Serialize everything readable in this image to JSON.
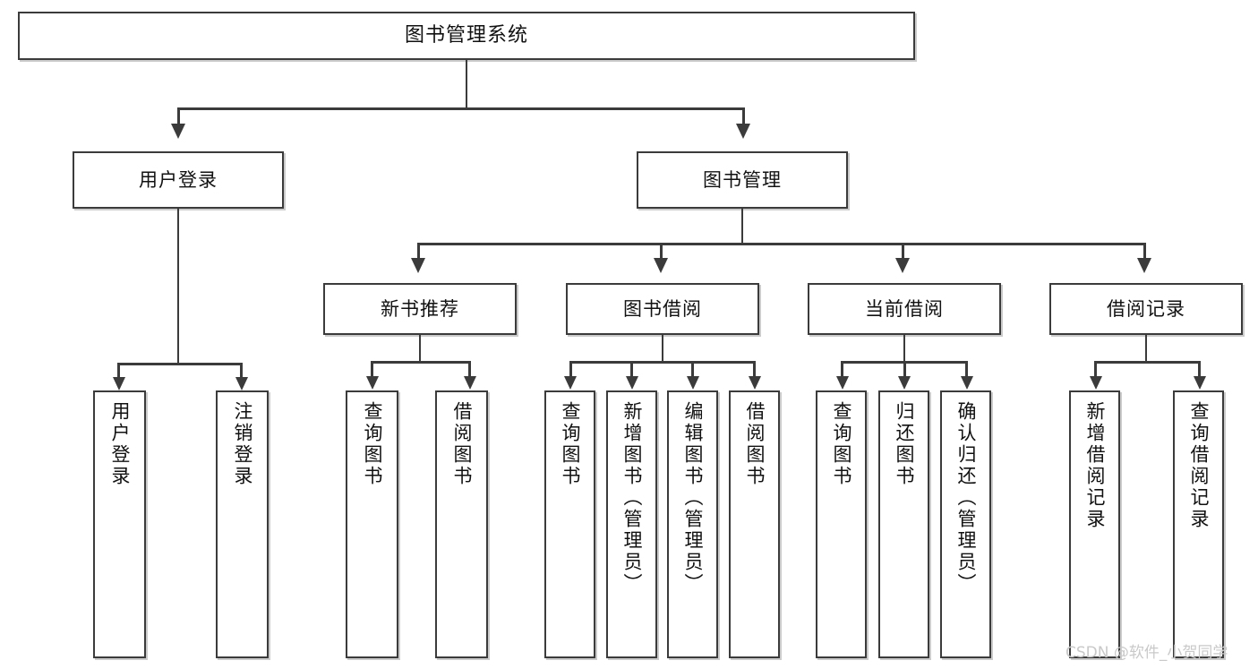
{
  "diagram": {
    "title": "图书管理系统",
    "type": "tree",
    "root": {
      "id": "root",
      "label": "图书管理系统"
    },
    "level1": [
      {
        "id": "user-login",
        "label": "用户登录"
      },
      {
        "id": "book-management",
        "label": "图书管理"
      }
    ],
    "level2": [
      {
        "id": "new-book-recommend",
        "label": "新书推荐",
        "parent": "book-management"
      },
      {
        "id": "book-borrow",
        "label": "图书借阅",
        "parent": "book-management"
      },
      {
        "id": "current-borrow",
        "label": "当前借阅",
        "parent": "book-management"
      },
      {
        "id": "borrow-record",
        "label": "借阅记录",
        "parent": "book-management"
      }
    ],
    "leaves": {
      "user-login": [
        {
          "id": "leaf-user-login",
          "label": "用户登录"
        },
        {
          "id": "leaf-user-logout",
          "label": "注销登录"
        }
      ],
      "new-book-recommend": [
        {
          "id": "leaf-query-book-1",
          "label": "查询图书"
        },
        {
          "id": "leaf-borrow-book-1",
          "label": "借阅图书"
        }
      ],
      "book-borrow": [
        {
          "id": "leaf-query-book-2",
          "label": "查询图书"
        },
        {
          "id": "leaf-add-book",
          "label": "新增图书（管理员）"
        },
        {
          "id": "leaf-edit-book",
          "label": "编辑图书（管理员）"
        },
        {
          "id": "leaf-borrow-book-2",
          "label": "借阅图书"
        }
      ],
      "current-borrow": [
        {
          "id": "leaf-query-book-3",
          "label": "查询图书"
        },
        {
          "id": "leaf-return-book",
          "label": "归还图书"
        },
        {
          "id": "leaf-confirm-return",
          "label": "确认归还（管理员）"
        }
      ],
      "borrow-record": [
        {
          "id": "leaf-add-record",
          "label": "新增借阅记录"
        },
        {
          "id": "leaf-query-record",
          "label": "查询借阅记录"
        }
      ]
    }
  },
  "watermark": {
    "text": "CSDN @软件_小贺同学"
  },
  "colors": {
    "stroke": "#3b3b3b",
    "fill": "#ffffff",
    "text": "#111111",
    "watermark": "#c9c9c9"
  }
}
